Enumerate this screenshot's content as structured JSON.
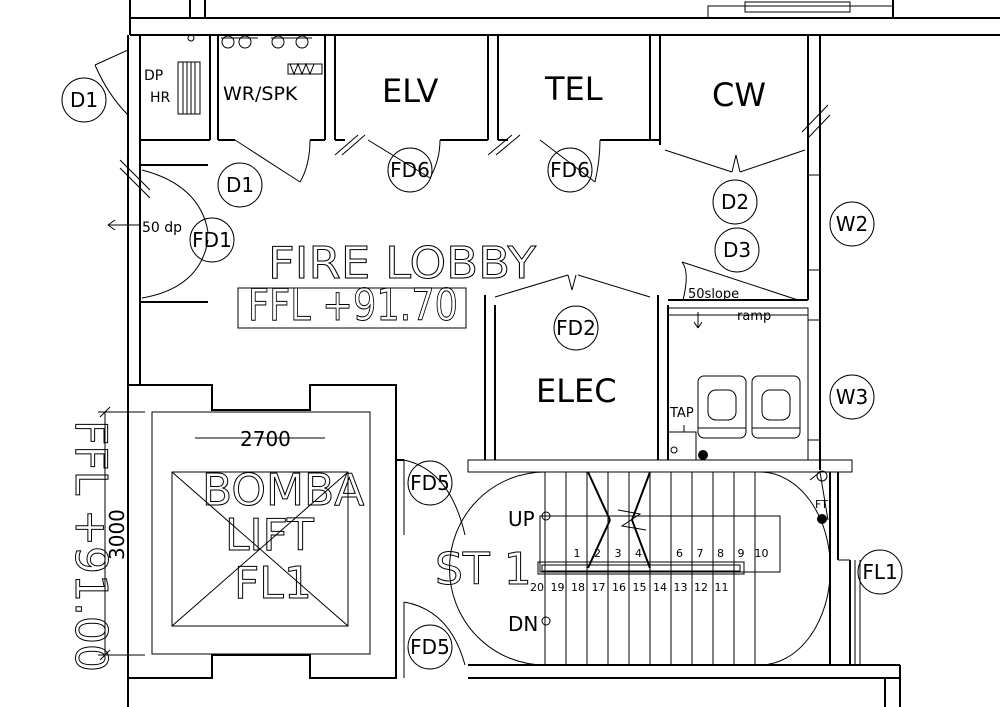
{
  "rooms": {
    "dp_hr": [
      "DP",
      "HR"
    ],
    "wr_spk": "WR/SPK",
    "elv": "ELV",
    "tel": "TEL",
    "cw": "CW",
    "elec": "ELEC",
    "stair": "ST 1",
    "lift": [
      "BOMBA",
      "LIFT",
      "FL1"
    ]
  },
  "lobby": {
    "name": "FIRE LOBBY",
    "ffl": "FFL +91.70"
  },
  "tags": {
    "d1_top": "D1",
    "d1_lobby": "D1",
    "fd1": "FD1",
    "fd6_elv": "FD6",
    "fd6_tel": "FD6",
    "d2": "D2",
    "d3": "D3",
    "w2": "W2",
    "w3": "W3",
    "fd2": "FD2",
    "fd5_top": "FD5",
    "fd5_bottom": "FD5",
    "fl1": "FL1"
  },
  "notes": {
    "dp_50": "50 dp",
    "slope": "50slope",
    "ramp": "ramp",
    "tap": "TAP",
    "ft": "FT"
  },
  "dimensions": {
    "lift_width": "2700",
    "lift_depth": "3000"
  },
  "stairs": {
    "up": "UP",
    "dn": "DN",
    "upper_steps": [
      "1",
      "2",
      "3",
      "4",
      "",
      "6",
      "7",
      "8",
      "9",
      "10"
    ],
    "lower_steps": [
      "20",
      "19",
      "18",
      "17",
      "16",
      "15",
      "14",
      "13",
      "12",
      "11"
    ]
  },
  "margin_text": "FFL +91.00"
}
